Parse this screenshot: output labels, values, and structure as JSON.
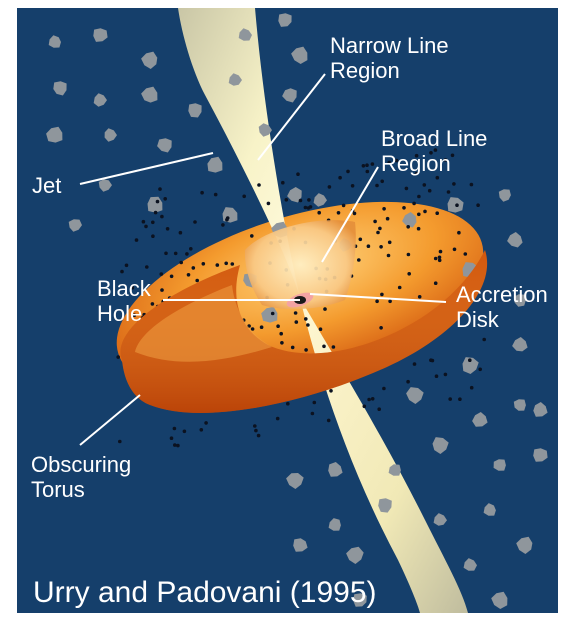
{
  "figure": {
    "labels": {
      "narrow_line_region": "Narrow Line\nRegion",
      "broad_line_region": "Broad Line\nRegion",
      "jet": "Jet",
      "black_hole": "Black\nHole",
      "accretion_disk": "Accretion\nDisk",
      "obscuring_torus": "Obscuring\nTorus"
    },
    "credit": "Urry and Padovani (1995)",
    "colors": {
      "background": "#153f6b",
      "jet": "#f4eec0",
      "torus_outer": "#d8560c",
      "torus_inner": "#f7b25a",
      "cloud": "#8f969c",
      "label": "#ffffff"
    }
  }
}
